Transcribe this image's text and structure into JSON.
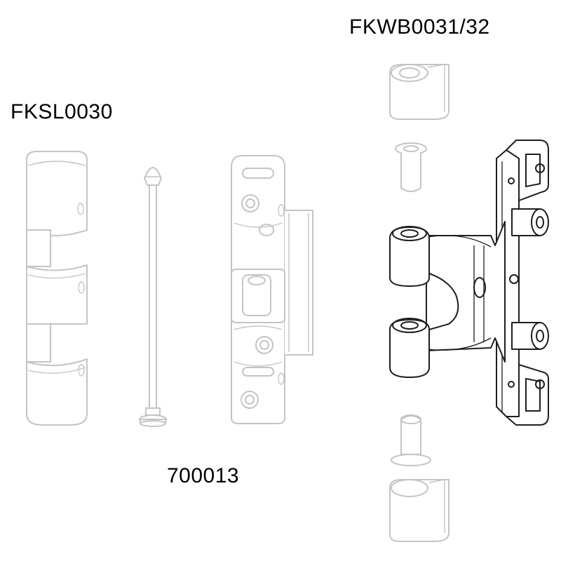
{
  "labels": {
    "frame_part": "FKSL0030",
    "sash_part": "FKWB0031/32",
    "pin_part": "700013"
  },
  "colors": {
    "background": "#ffffff",
    "text": "#000000",
    "faded_outline": "#c4c4c4",
    "highlighted_outline": "#1e1e1e"
  }
}
